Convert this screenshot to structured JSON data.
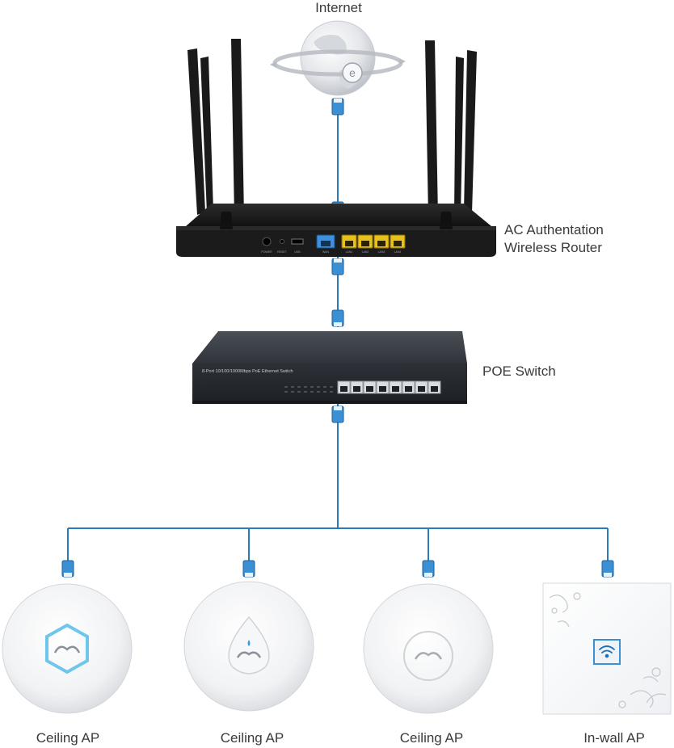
{
  "labels": {
    "internet": "Internet",
    "router_line1": "AC Authentation",
    "router_line2": "Wireless Router",
    "switch": "POE Switch",
    "ap1": "Ceiling AP",
    "ap2": "Ceiling AP",
    "ap3": "Ceiling AP",
    "ap4": "In-wall AP"
  },
  "device_text": {
    "switch_model": "8-Port 10/100/1000Mbps PoE Ethernet Switch",
    "router_ports": [
      "POWER",
      "RESET",
      "USB",
      "WAN",
      "LAN1",
      "LAN2",
      "LAN3",
      "LAN4"
    ]
  },
  "colors": {
    "cable": "#2b7bb9",
    "connector": "#3b8fd4",
    "router_body": "#1c1c1c",
    "switch_body": "#2a2e33",
    "lan_port": "#e8c21a",
    "wan_port": "#3d8fe0",
    "label_text": "#3a3a3a"
  },
  "icons": {
    "internet": "globe-icon",
    "wifi": "wifi-icon",
    "logo": "cloud-logo-icon"
  }
}
